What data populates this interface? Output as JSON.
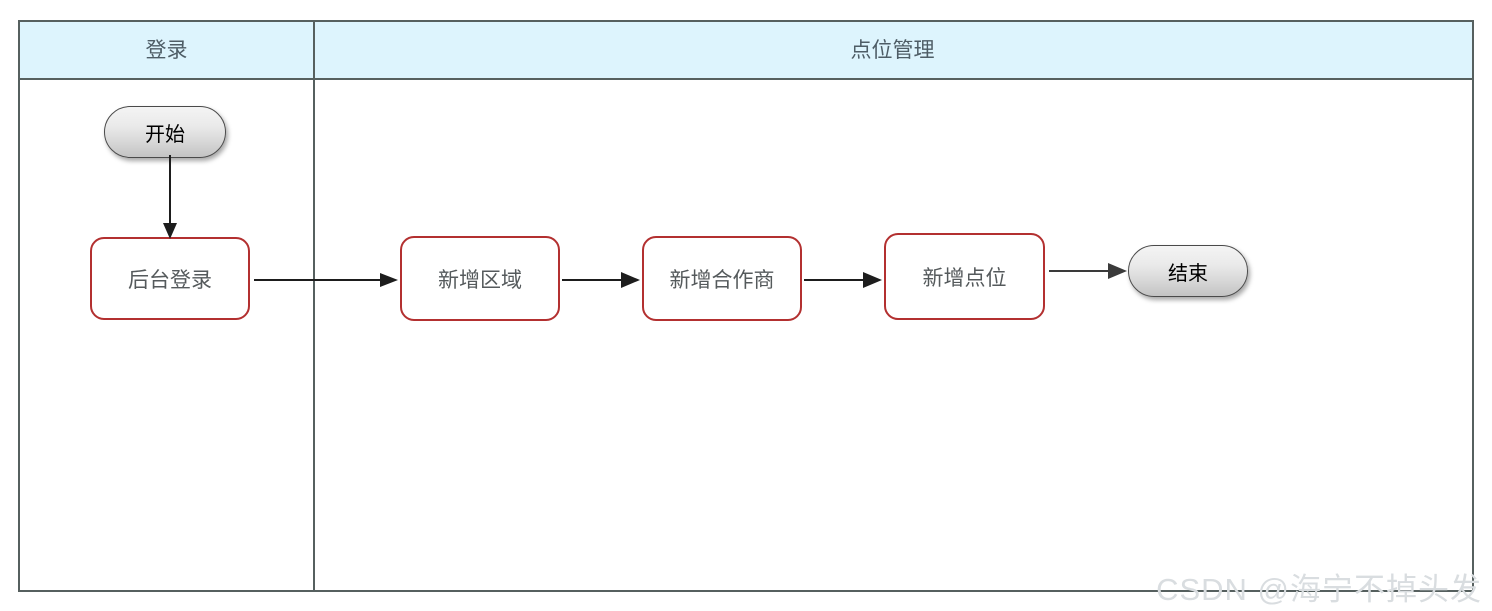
{
  "diagram": {
    "type": "swimlane-flowchart",
    "title_visible": false,
    "colors": {
      "lane_header_fill": "#ddf4fd",
      "lane_border": "#56605f",
      "lane_header_text": "#4e5d66",
      "process_border": "#b33030",
      "process_text": "#555a5c",
      "terminator_text": "#000000",
      "connector": "#222222",
      "watermark_text": "#d9dde0"
    },
    "lanes": [
      {
        "id": "lane-login",
        "label": "登录"
      },
      {
        "id": "lane-point-management",
        "label": "点位管理"
      }
    ],
    "nodes": [
      {
        "id": "start",
        "label": "开始",
        "shape": "terminator",
        "lane": "lane-login"
      },
      {
        "id": "admin-login",
        "label": "后台登录",
        "shape": "process",
        "lane": "lane-login"
      },
      {
        "id": "add-region",
        "label": "新增区域",
        "shape": "process",
        "lane": "lane-point-management"
      },
      {
        "id": "add-partner",
        "label": "新增合作商",
        "shape": "process",
        "lane": "lane-point-management"
      },
      {
        "id": "add-point",
        "label": "新增点位",
        "shape": "process",
        "lane": "lane-point-management"
      },
      {
        "id": "end",
        "label": "结束",
        "shape": "terminator",
        "lane": "lane-point-management"
      }
    ],
    "edges": [
      {
        "id": "edge-start-to-admin-login",
        "from": "start",
        "to": "admin-login",
        "direction": "down"
      },
      {
        "id": "edge-admin-login-to-add-region",
        "from": "admin-login",
        "to": "add-region",
        "direction": "right"
      },
      {
        "id": "edge-add-region-to-add-partner",
        "from": "add-region",
        "to": "add-partner",
        "direction": "right"
      },
      {
        "id": "edge-add-partner-to-add-point",
        "from": "add-partner",
        "to": "add-point",
        "direction": "right"
      },
      {
        "id": "edge-add-point-to-end",
        "from": "add-point",
        "to": "end",
        "direction": "right"
      }
    ]
  },
  "watermark": {
    "text": "CSDN @海宁不掉头发"
  }
}
